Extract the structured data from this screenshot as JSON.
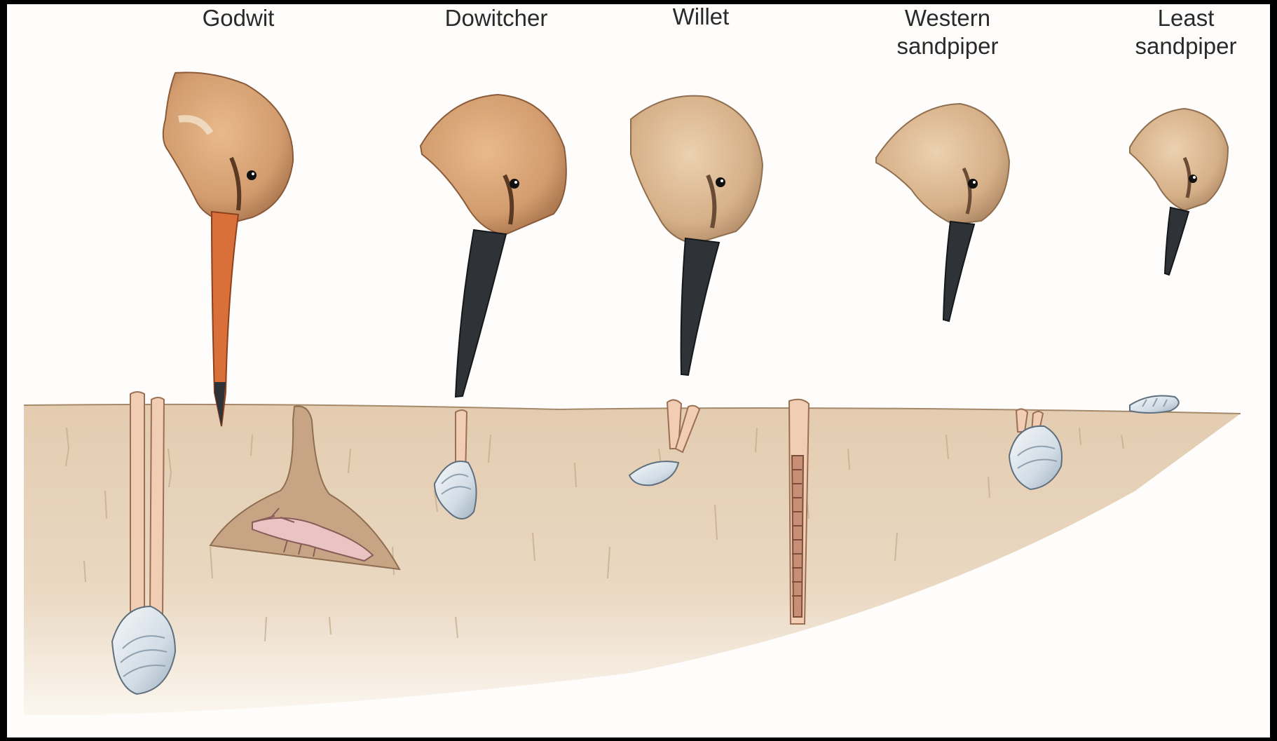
{
  "figure": {
    "labels": [
      {
        "id": "godwit",
        "lines": [
          "Godwit"
        ]
      },
      {
        "id": "dowitcher",
        "lines": [
          "Dowitcher"
        ]
      },
      {
        "id": "willet",
        "lines": [
          "Willet"
        ]
      },
      {
        "id": "western-sandpiper",
        "lines": [
          "Western",
          "sandpiper"
        ]
      },
      {
        "id": "least-sandpiper",
        "lines": [
          "Least",
          "sandpiper"
        ]
      }
    ],
    "colors": {
      "background": "#000000",
      "paper": "#fefdfb",
      "mud": "#e7d2b8",
      "mud_edge": "#b89c7c",
      "plumage": "#d7a47a",
      "plumage_dark": "#8a5b3a",
      "godwit_bill": "#d9703a",
      "bill_dark": "#2f3338",
      "shell": "#dfe6ec",
      "siphon": "#f1cdb3",
      "worm": "#c98f76"
    }
  }
}
